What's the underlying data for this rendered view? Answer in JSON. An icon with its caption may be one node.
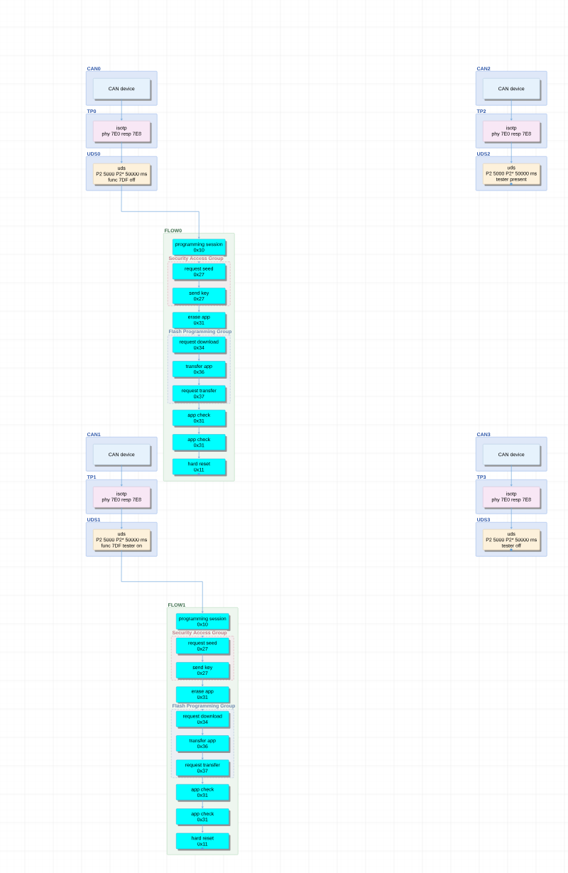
{
  "diagram": {
    "nodes": [
      {
        "text": [
          "CAN0"
        ]
      },
      {
        "text": [
          "CAN device"
        ],
        "in": 0
      },
      {
        "text": [
          "TP0"
        ]
      },
      {
        "text": [
          "isotp",
          "phy 7E0 resp 7E8"
        ],
        "in": 2
      },
      {
        "text": [
          "UDS0"
        ]
      },
      {
        "text": [
          "uds",
          "P2 5000 P2* 50000 ms",
          "func 7DF off"
        ],
        "in": 4
      },
      {
        "text": [
          "CAN2"
        ]
      },
      {
        "text": [
          "CAN device"
        ],
        "in": 6
      },
      {
        "text": [
          "TP2"
        ]
      },
      {
        "text": [
          "isotp",
          "phy 7E0 resp 7E8"
        ],
        "in": 8
      },
      {
        "text": [
          "UDS2"
        ]
      },
      {
        "text": [
          "uds",
          "P2 5000 P2* 50000 ms",
          "tester present"
        ],
        "in": 10
      },
      {
        "text": [
          "FLOW0"
        ]
      },
      {
        "text": [
          "programming session",
          "0x10"
        ],
        "in": 12
      },
      {
        "text": [
          "Security Access Group"
        ],
        "in": 12
      },
      {
        "text": [
          "request seed",
          "0x27"
        ],
        "in": 14
      },
      {
        "text": [
          "send key",
          "0x27"
        ],
        "in": 14
      },
      {
        "text": [
          "erase app",
          "0x31"
        ],
        "in": 12
      },
      {
        "text": [
          "Flash Programming Group"
        ],
        "in": 12
      },
      {
        "text": [
          "request download",
          "0x34"
        ],
        "in": 18
      },
      {
        "text": [
          "transfer app",
          "0x36"
        ],
        "in": 18
      },
      {
        "text": [
          "request transfer",
          "0x37"
        ],
        "in": 18
      },
      {
        "text": [
          "app check",
          "0x31"
        ],
        "in": 12
      },
      {
        "text": [
          "app check",
          "0x31"
        ],
        "in": 12
      },
      {
        "text": [
          "hard reset",
          "0x11"
        ],
        "in": 12
      },
      {
        "text": [
          "CAN1"
        ]
      },
      {
        "text": [
          "CAN device"
        ],
        "in": 25
      },
      {
        "text": [
          "TP1"
        ]
      },
      {
        "text": [
          "isotp",
          "phy 7E0 resp 7E8"
        ],
        "in": 27
      },
      {
        "text": [
          "UDS1"
        ]
      },
      {
        "text": [
          "uds",
          "P2 5000 P2* 50000 ms",
          "func 7DF tester on"
        ],
        "in": 29
      },
      {
        "text": [
          "CAN3"
        ]
      },
      {
        "text": [
          "CAN device"
        ],
        "in": 31
      },
      {
        "text": [
          "TP3"
        ]
      },
      {
        "text": [
          "isotp",
          "phy 7E0 resp 7E8"
        ],
        "in": 33
      },
      {
        "text": [
          "UDS3"
        ]
      },
      {
        "text": [
          "uds",
          "P2 5000 P2* 50000 ms",
          "tester off"
        ],
        "in": 35
      },
      {
        "text": [
          "FLOW1"
        ]
      },
      {
        "text": [
          "programming session",
          "0x10"
        ],
        "in": 37
      },
      {
        "text": [
          "Security Access Group"
        ],
        "in": 37
      },
      {
        "text": [
          "request seed",
          "0x27"
        ],
        "in": 39
      },
      {
        "text": [
          "send key",
          "0x27"
        ],
        "in": 39
      },
      {
        "text": [
          "erase app",
          "0x31"
        ],
        "in": 37
      },
      {
        "text": [
          "Flash Programming Group"
        ],
        "in": 37
      },
      {
        "text": [
          "request download",
          "0x34"
        ],
        "in": 43
      },
      {
        "text": [
          "transfer app",
          "0x36"
        ],
        "in": 43
      },
      {
        "text": [
          "request transfer",
          "0x37"
        ],
        "in": 43
      },
      {
        "text": [
          "app check",
          "0x31"
        ],
        "in": 37
      },
      {
        "text": [
          "app check",
          "0x31"
        ],
        "in": 37
      },
      {
        "text": [
          "hard reset",
          "0x11"
        ],
        "in": 37
      }
    ],
    "edges": [
      {
        "from": 1,
        "to": 3,
        "arrow": "to"
      },
      {
        "from": 3,
        "to": 5,
        "arrow": "to"
      },
      {
        "from": 7,
        "to": 9,
        "arrow": "to"
      },
      {
        "from": 9,
        "to": 11,
        "arrow": "to"
      },
      {
        "from": 5,
        "to": 13,
        "arrow": "to"
      },
      {
        "from": 13,
        "to": 15,
        "arrow": "to"
      },
      {
        "from": 15,
        "to": 16,
        "arrow": "to"
      },
      {
        "from": 16,
        "to": 17,
        "arrow": "to"
      },
      {
        "from": 17,
        "to": 19,
        "arrow": "to"
      },
      {
        "from": 19,
        "to": 20,
        "arrow": "to"
      },
      {
        "from": 20,
        "to": 21,
        "arrow": "to"
      },
      {
        "from": 21,
        "to": 22,
        "arrow": "to"
      },
      {
        "from": 22,
        "to": 23,
        "arrow": "to"
      },
      {
        "from": 23,
        "to": 24,
        "arrow": "to"
      },
      {
        "from": 26,
        "to": 28,
        "arrow": "to"
      },
      {
        "from": 28,
        "to": 30,
        "arrow": "to"
      },
      {
        "from": 32,
        "to": 34,
        "arrow": "to"
      },
      {
        "from": 34,
        "to": 36,
        "arrow": "to"
      },
      {
        "from": 30,
        "to": 38,
        "arrow": "to"
      },
      {
        "from": 38,
        "to": 40,
        "arrow": "to"
      },
      {
        "from": 40,
        "to": 41,
        "arrow": "to"
      },
      {
        "from": 41,
        "to": 42,
        "arrow": "to"
      },
      {
        "from": 42,
        "to": 44,
        "arrow": "to"
      },
      {
        "from": 44,
        "to": 45,
        "arrow": "to"
      },
      {
        "from": 45,
        "to": 46,
        "arrow": "to"
      },
      {
        "from": 46,
        "to": 47,
        "arrow": "to"
      },
      {
        "from": 47,
        "to": 48,
        "arrow": "to"
      },
      {
        "from": 48,
        "to": 49,
        "arrow": "to"
      }
    ]
  }
}
